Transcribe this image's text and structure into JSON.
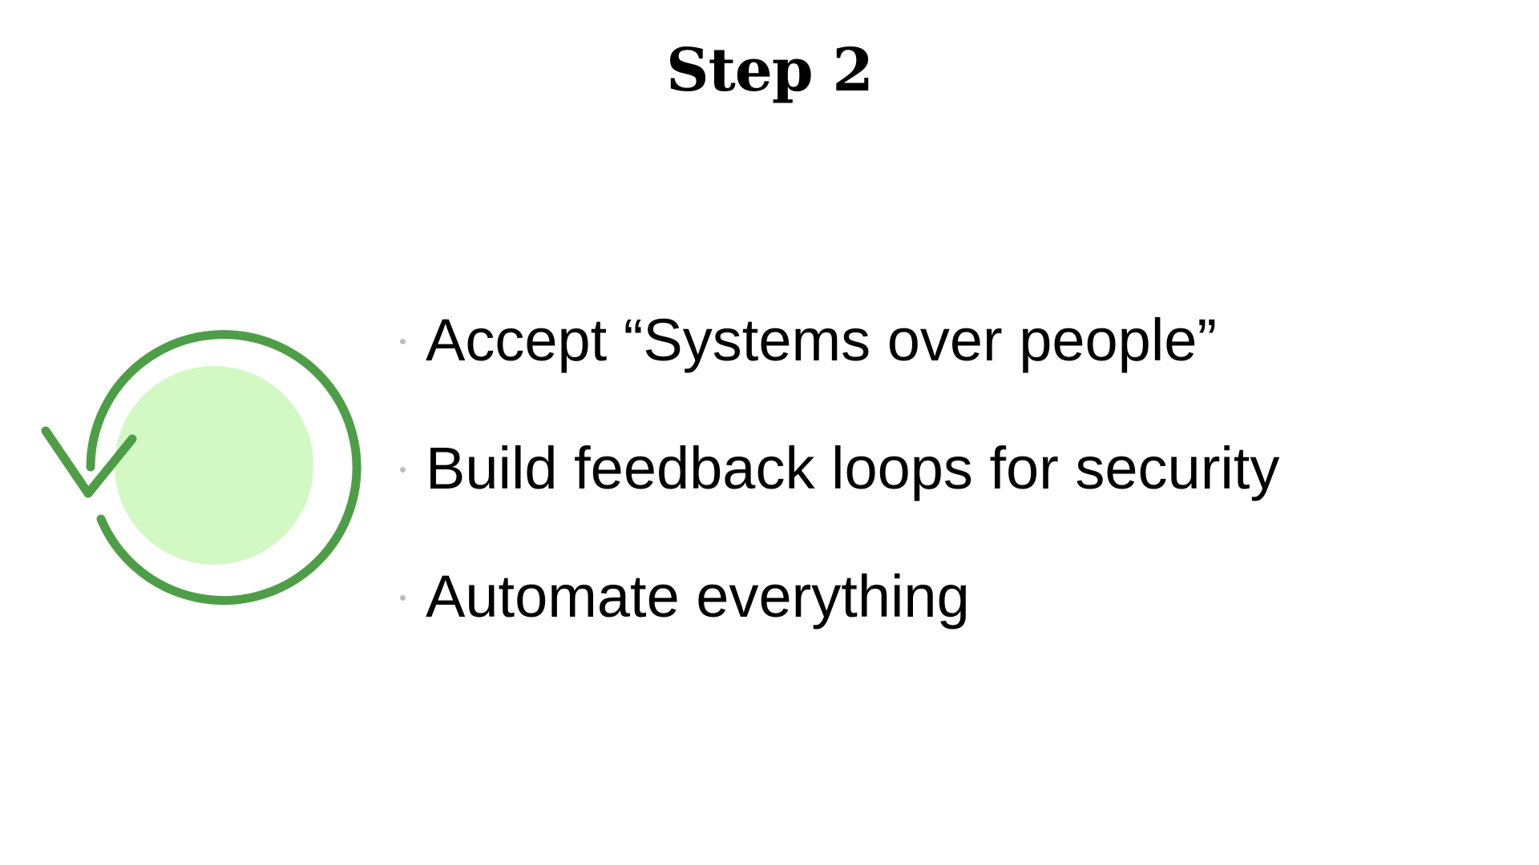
{
  "slide": {
    "title": "Step 2",
    "bullets": [
      "Accept “Systems over people”",
      "Build feedback loops for security",
      "Automate everything"
    ]
  },
  "icon": {
    "name": "loop-arrow-icon",
    "ring_color": "#4e9e47",
    "fill_color": "#d2f8c4"
  },
  "colors": {
    "background": "#ffffff",
    "text": "#000000",
    "bullet_dot": "#bdbdbd"
  }
}
